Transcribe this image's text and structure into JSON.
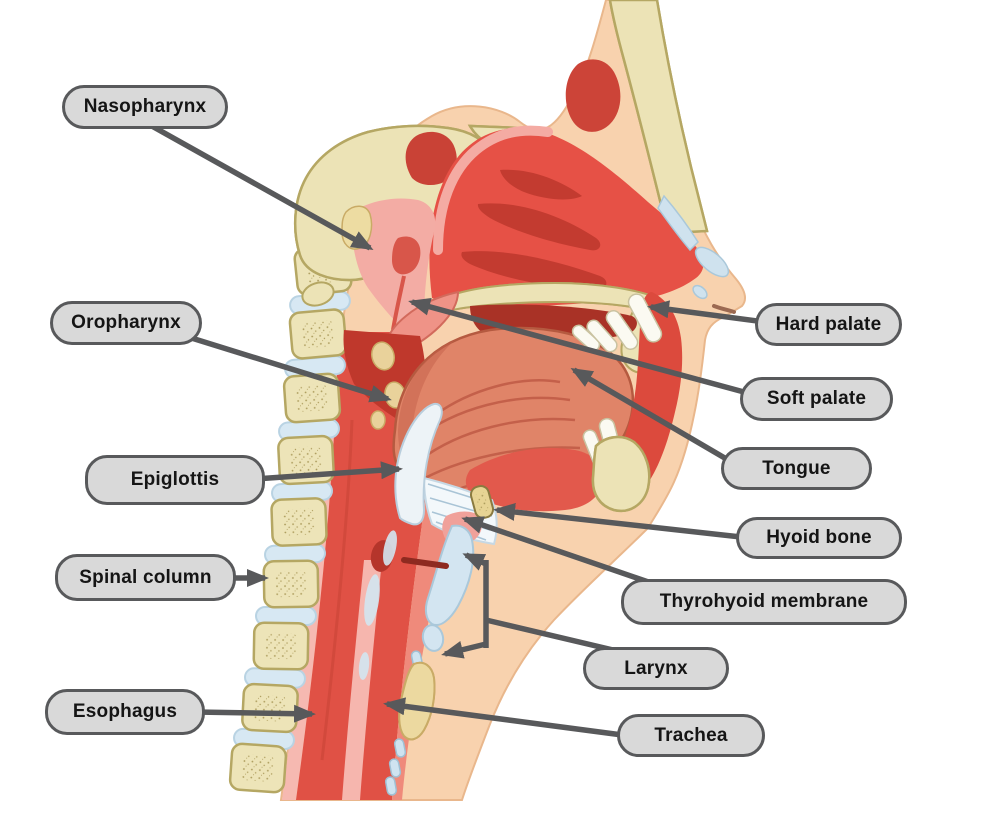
{
  "figure": {
    "description": "Sagittal section diagram of the human head and neck showing pharynx, larynx and related structures"
  },
  "labels": [
    {
      "id": "nasopharynx",
      "text": "Nasopharynx"
    },
    {
      "id": "oropharynx",
      "text": "Oropharynx"
    },
    {
      "id": "epiglottis",
      "text": "Epiglottis"
    },
    {
      "id": "spinal-column",
      "text": "Spinal column"
    },
    {
      "id": "esophagus",
      "text": "Esophagus"
    },
    {
      "id": "hard-palate",
      "text": "Hard palate"
    },
    {
      "id": "soft-palate",
      "text": "Soft palate"
    },
    {
      "id": "tongue",
      "text": "Tongue"
    },
    {
      "id": "hyoid-bone",
      "text": "Hyoid bone"
    },
    {
      "id": "thyrohyoid-membrane",
      "text": "Thyrohyoid membrane"
    },
    {
      "id": "larynx",
      "text": "Larynx"
    },
    {
      "id": "trachea",
      "text": "Trachea"
    }
  ],
  "colors": {
    "label_fill": "#d9d9d9",
    "label_border": "#58595b",
    "arrow": "#58595b",
    "skin": "#f8d2ae",
    "bone": "#ece3b6",
    "red_tissue": "#e65146",
    "dark_red": "#c23a2f",
    "muscle": "#e08468",
    "cartilage": "#cfe2ee",
    "gland": "#ecd9a0"
  }
}
